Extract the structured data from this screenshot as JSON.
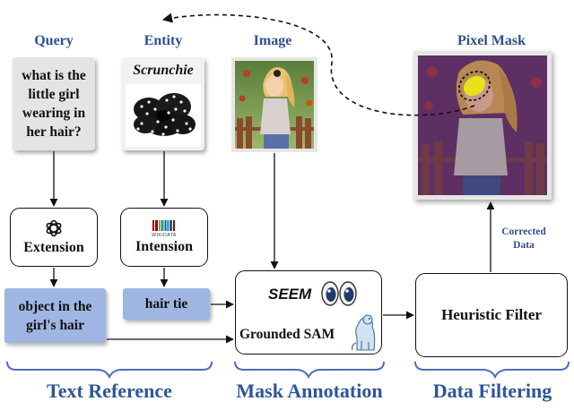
{
  "headers": {
    "query": "Query",
    "entity": "Entity",
    "image": "Image",
    "pixel_mask": "Pixel Mask"
  },
  "query_text": "what is the little girl wearing in her hair?",
  "entity_name": "Scrunchie",
  "extension_label": "Extension",
  "intension_label": "Intension",
  "wikidata_label": "WIKIDATA",
  "object_text": "object in the girl's hair",
  "hair_tie_text": "hair tie",
  "seem_label": "SEEM",
  "grounded_sam_label": "Grounded SAM",
  "heuristic_filter_label": "Heuristic Filter",
  "corrected_data_label": "Corrected Data",
  "sections": {
    "text_reference": "Text Reference",
    "mask_annotation": "Mask Annotation",
    "data_filtering": "Data Filtering"
  },
  "colors": {
    "header_blue": "#2f4f8f",
    "section_blue": "#2f5597",
    "box_fill_blue": "#9fb6e3",
    "card_gray": "#e4e4e4",
    "mask_overlay": "#7a2c8a",
    "mask_highlight": "#e8e21a"
  }
}
